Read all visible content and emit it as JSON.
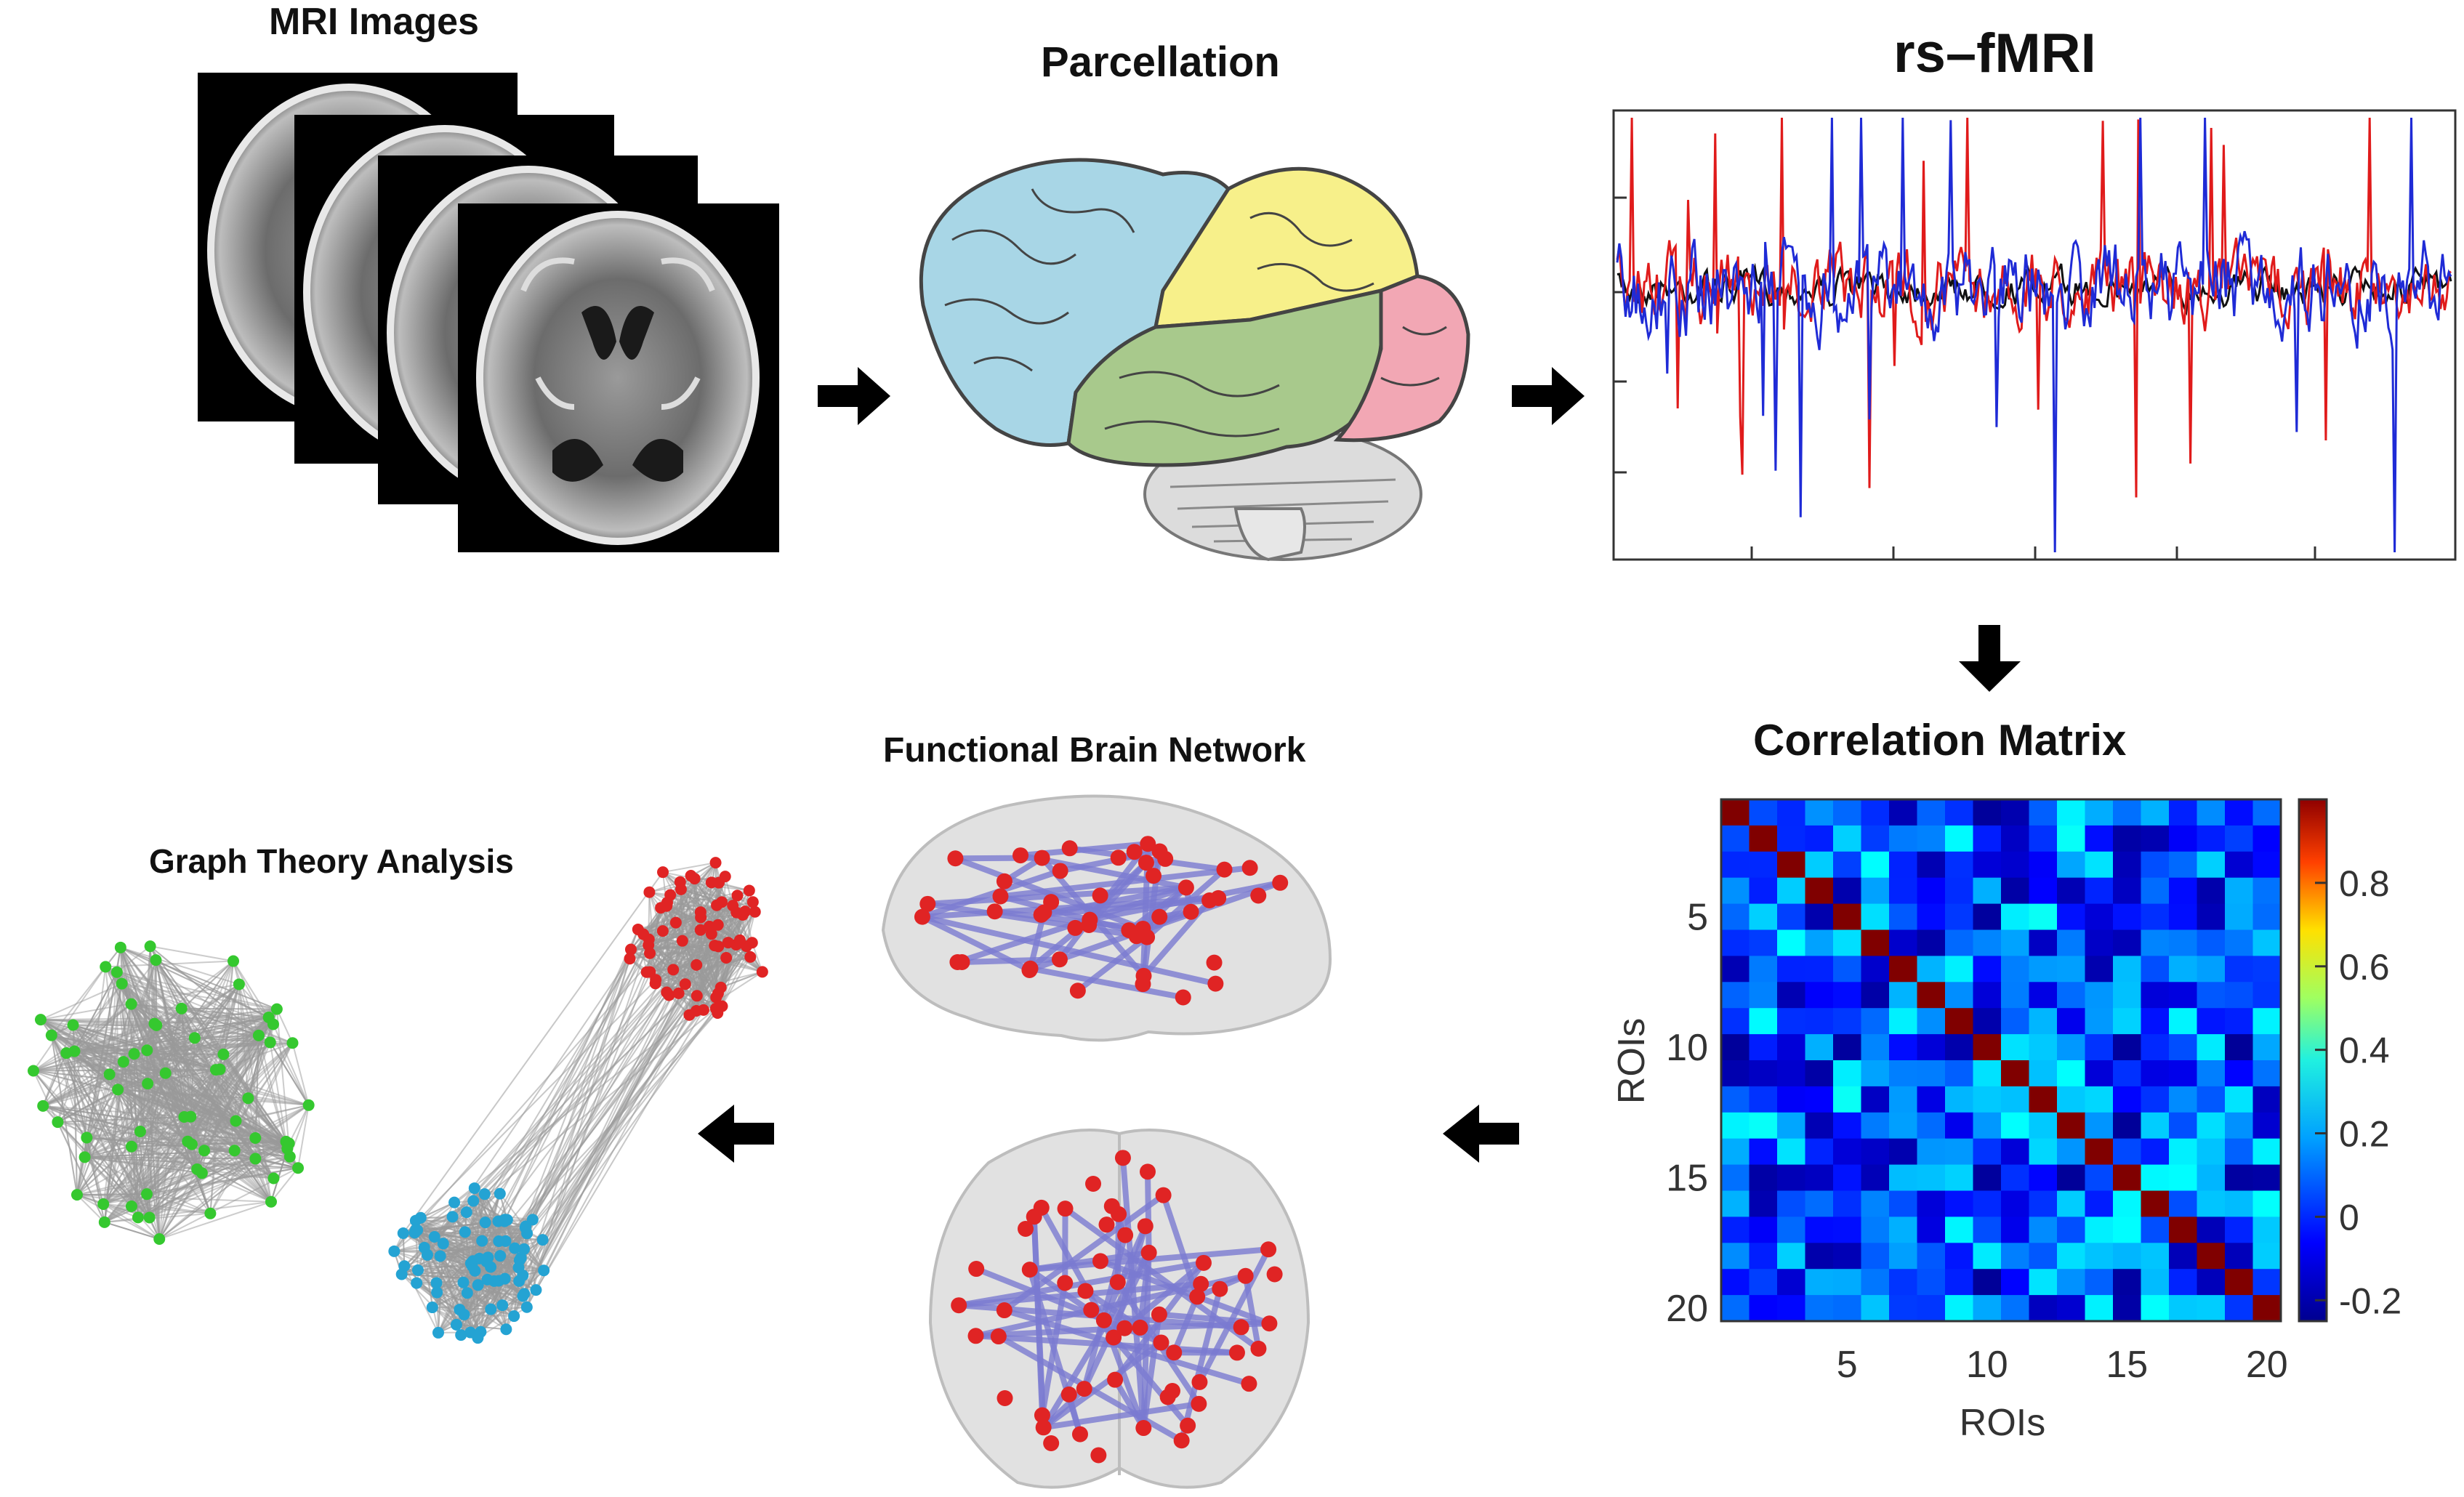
{
  "titles": {
    "mri": "MRI Images",
    "parcellation": "Parcellation",
    "rsfmri": "rs–fMRI",
    "correlation": "Correlation Matrix",
    "network": "Functional Brain Network",
    "graph": "Graph Theory Analysis"
  },
  "correlation_matrix": {
    "xlabel": "ROIs",
    "ylabel": "ROIs",
    "x_ticks": [
      "5",
      "10",
      "15",
      "20"
    ],
    "y_ticks": [
      "5",
      "10",
      "15",
      "20"
    ],
    "colorbar_ticks": [
      "0.8",
      "0.6",
      "0.4",
      "0.2",
      "0",
      "-0.2"
    ],
    "colorbar_range": [
      -0.25,
      1.0
    ],
    "size": 20
  },
  "colors": {
    "frontal": "#a8d6e6",
    "parietal": "#f7f08a",
    "temporal": "#a8c98c",
    "occipital": "#f2a7b4",
    "series_blue": "#1f2bd6",
    "series_red": "#e01b1b",
    "series_black": "#111111",
    "node_red": "#e02424",
    "node_cyan": "#24a3d3",
    "node_green": "#35c82f",
    "edge_purple": "#7a7bd1"
  },
  "icons": {
    "arrows": "arrow-icon"
  }
}
